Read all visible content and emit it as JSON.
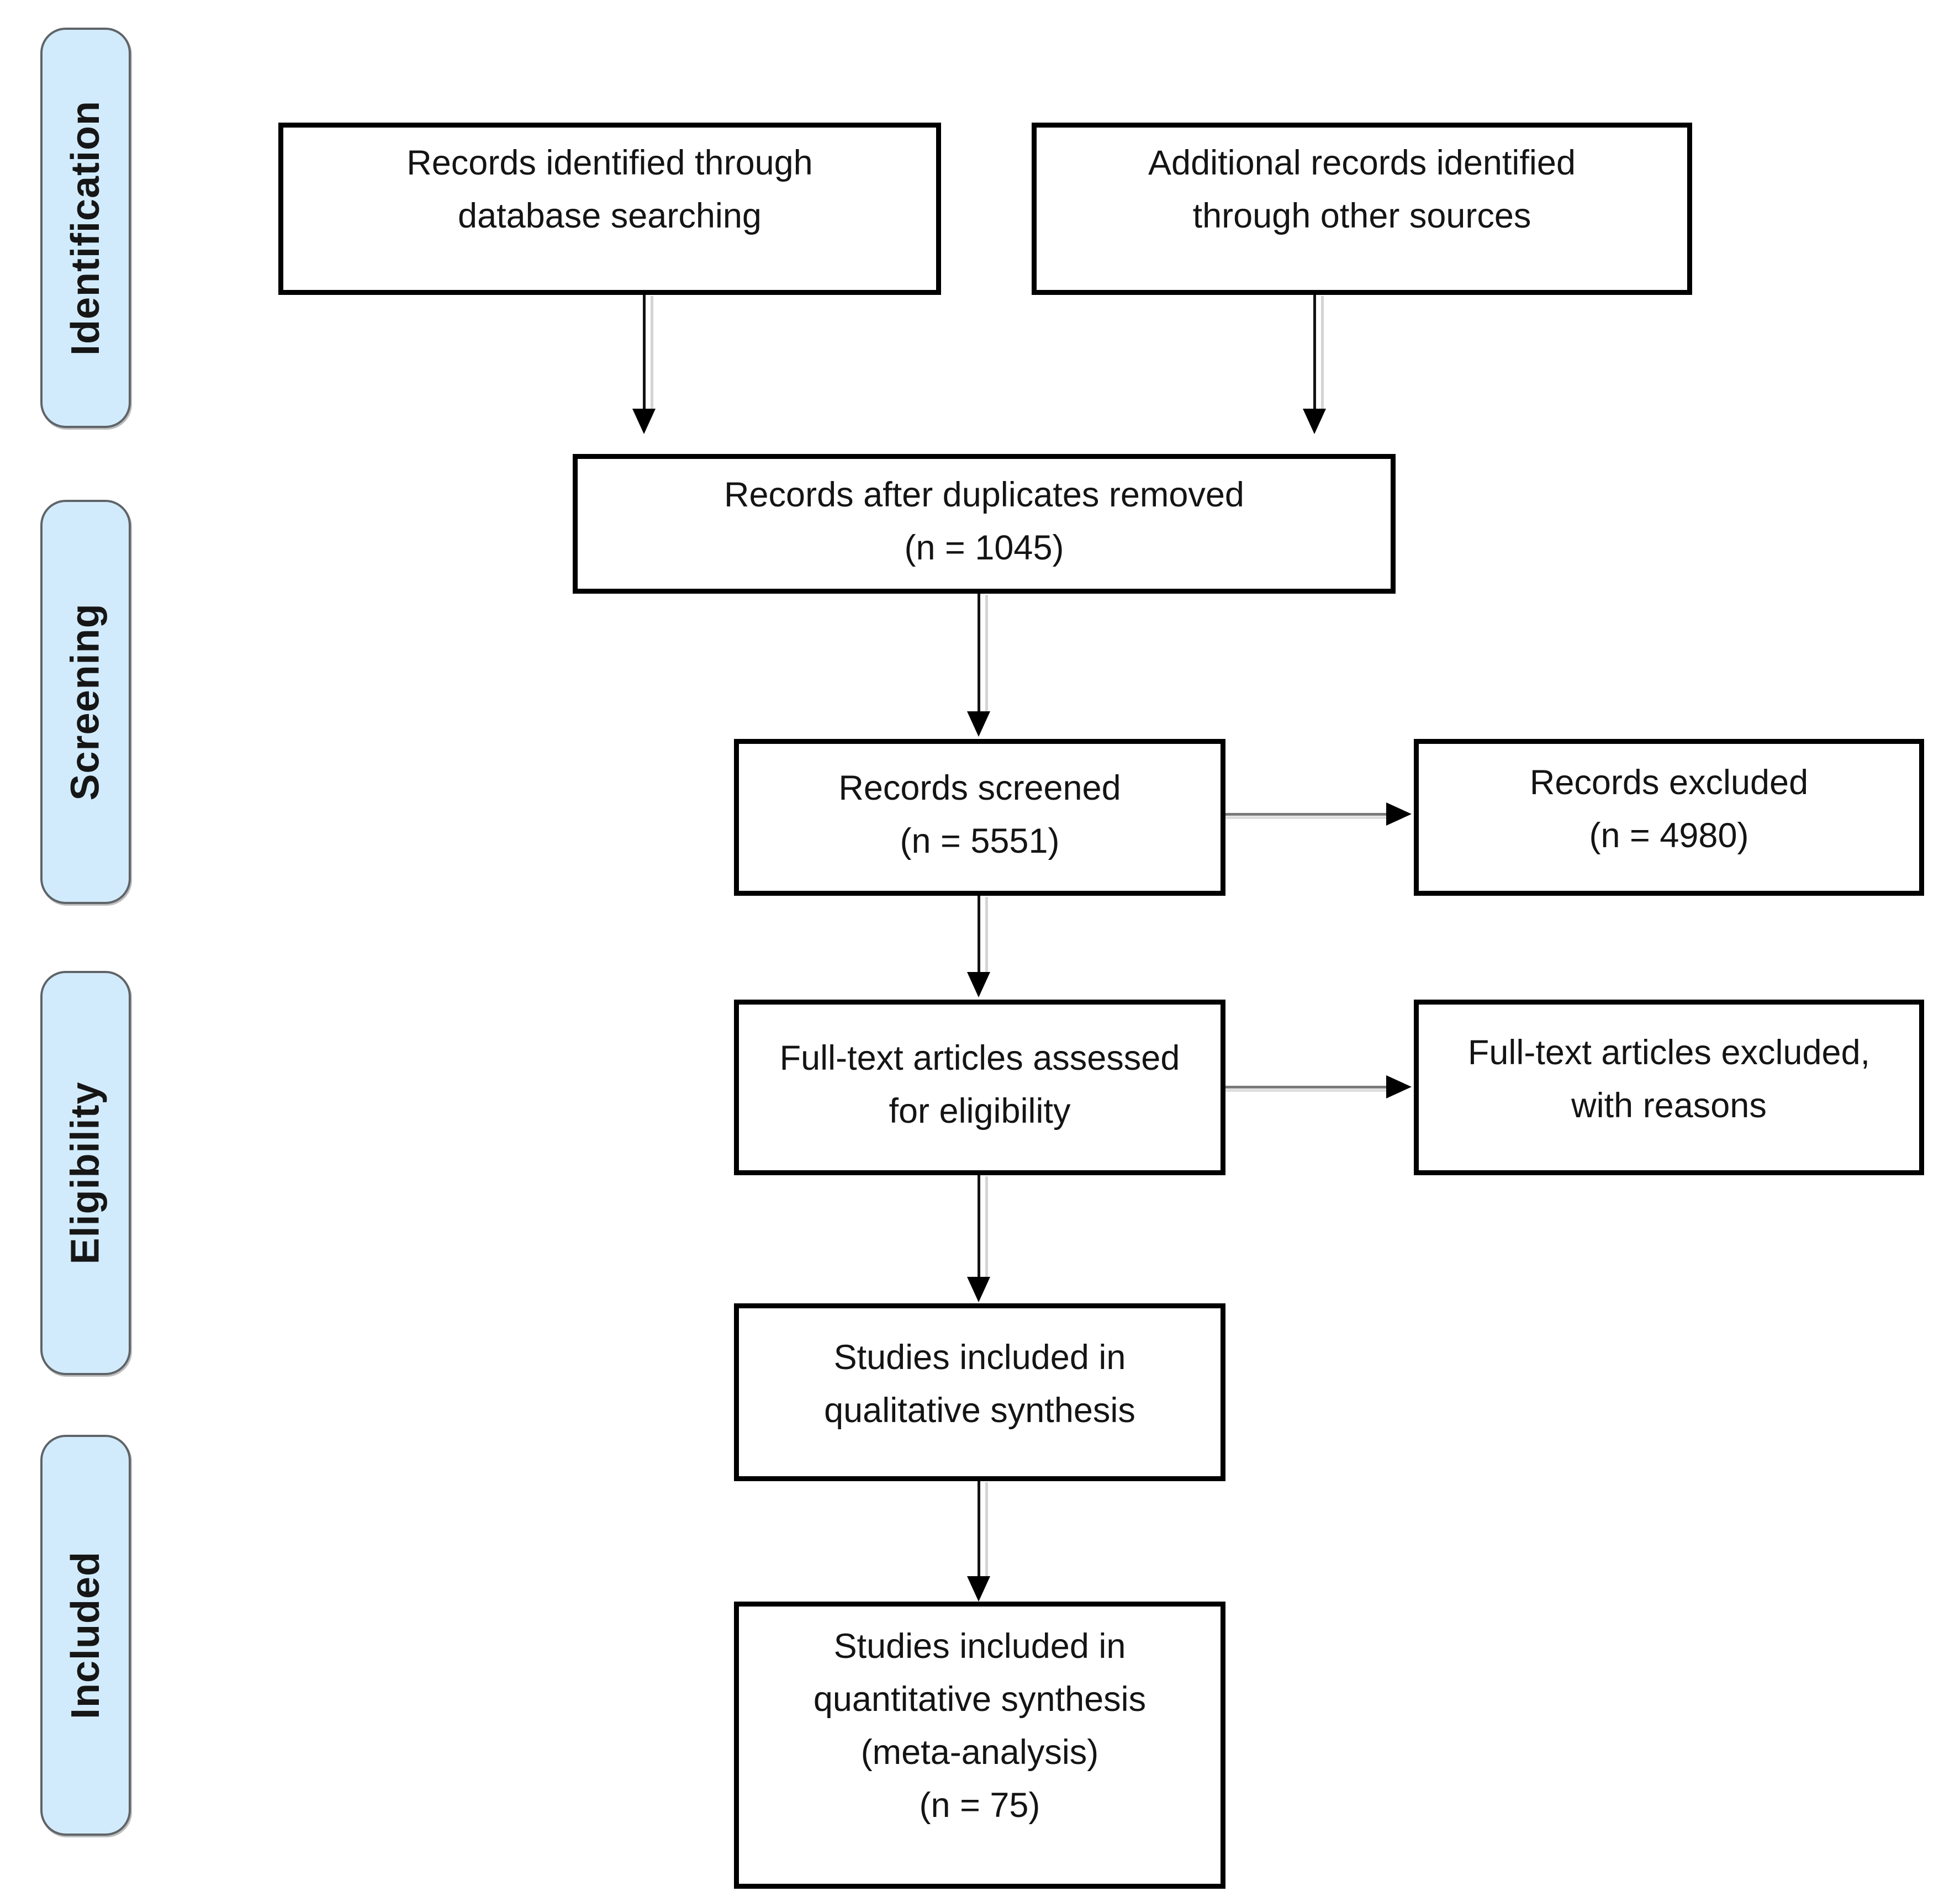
{
  "sidebar": {
    "identification": "Identification",
    "screening": "Screening",
    "eligibility": "Eligibility",
    "included": "Included"
  },
  "boxes": {
    "records_identified": "Records identified through\ndatabase searching",
    "additional_records": "Additional records identified\nthrough other sources",
    "duplicates_removed": "Records after duplicates removed\n(n = 1045)",
    "records_screened": "Records screened\n(n = 5551)",
    "records_excluded": "Records excluded\n(n = 4980)",
    "fulltext_assessed": "Full-text articles assessed\nfor eligibility",
    "fulltext_excluded": "Full-text articles excluded,\nwith reasons",
    "qualitative_synthesis": "Studies included in\nqualitative synthesis",
    "quantitative_synthesis": "Studies included in\nquantitative synthesis\n(meta-analysis)\n(n = 75)"
  },
  "counts": {
    "after_duplicates_removed": 1045,
    "records_screened": 5551,
    "records_excluded": 4980,
    "meta_analysis_included": 75
  },
  "colors": {
    "stage_fill": "#d2ebfc",
    "stage_border": "#5f6468",
    "box_border": "#000000",
    "arrow_line": "#131313",
    "arrow_head": "#000000",
    "text": "#141414",
    "background": "#ffffff"
  }
}
